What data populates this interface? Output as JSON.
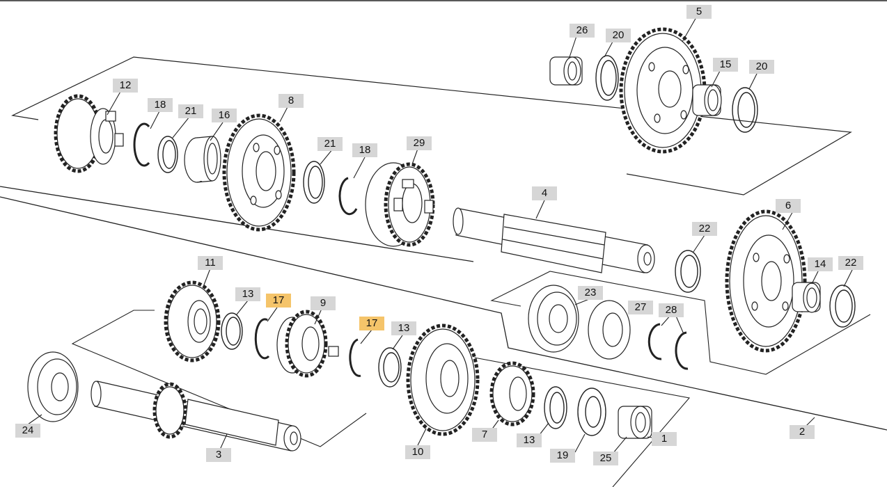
{
  "diagram": {
    "callouts": [
      {
        "id": "c26a",
        "label": "26",
        "highlighted": false
      },
      {
        "id": "c20a",
        "label": "20",
        "highlighted": false
      },
      {
        "id": "c5",
        "label": "5",
        "highlighted": false
      },
      {
        "id": "c15",
        "label": "15",
        "highlighted": false
      },
      {
        "id": "c20b",
        "label": "20",
        "highlighted": false
      },
      {
        "id": "c12",
        "label": "12",
        "highlighted": false
      },
      {
        "id": "c18a",
        "label": "18",
        "highlighted": false
      },
      {
        "id": "c21a",
        "label": "21",
        "highlighted": false
      },
      {
        "id": "c16",
        "label": "16",
        "highlighted": false
      },
      {
        "id": "c8",
        "label": "8",
        "highlighted": false
      },
      {
        "id": "c21b",
        "label": "21",
        "highlighted": false
      },
      {
        "id": "c18b",
        "label": "18",
        "highlighted": false
      },
      {
        "id": "c29",
        "label": "29",
        "highlighted": false
      },
      {
        "id": "c4",
        "label": "4",
        "highlighted": false
      },
      {
        "id": "c22a",
        "label": "22",
        "highlighted": false
      },
      {
        "id": "c6",
        "label": "6",
        "highlighted": false
      },
      {
        "id": "c14",
        "label": "14",
        "highlighted": false
      },
      {
        "id": "c22b",
        "label": "22",
        "highlighted": false
      },
      {
        "id": "c11",
        "label": "11",
        "highlighted": false
      },
      {
        "id": "c13a",
        "label": "13",
        "highlighted": false
      },
      {
        "id": "c17a",
        "label": "17",
        "highlighted": true
      },
      {
        "id": "c9",
        "label": "9",
        "highlighted": false
      },
      {
        "id": "c17b",
        "label": "17",
        "highlighted": true
      },
      {
        "id": "c13b",
        "label": "13",
        "highlighted": false
      },
      {
        "id": "c23",
        "label": "23",
        "highlighted": false
      },
      {
        "id": "c27",
        "label": "27",
        "highlighted": false
      },
      {
        "id": "c28",
        "label": "28",
        "highlighted": false
      },
      {
        "id": "c24",
        "label": "24",
        "highlighted": false
      },
      {
        "id": "c3",
        "label": "3",
        "highlighted": false
      },
      {
        "id": "c10",
        "label": "10",
        "highlighted": false
      },
      {
        "id": "c7",
        "label": "7",
        "highlighted": false
      },
      {
        "id": "c13c",
        "label": "13",
        "highlighted": false
      },
      {
        "id": "c19",
        "label": "19",
        "highlighted": false
      },
      {
        "id": "c25",
        "label": "25",
        "highlighted": false
      },
      {
        "id": "c1",
        "label": "1",
        "highlighted": false
      },
      {
        "id": "c2",
        "label": "2",
        "highlighted": false
      }
    ],
    "colors": {
      "line": "#222222",
      "callout_bg": "#d6d6d6",
      "callout_highlight": "#f5c46a"
    }
  }
}
